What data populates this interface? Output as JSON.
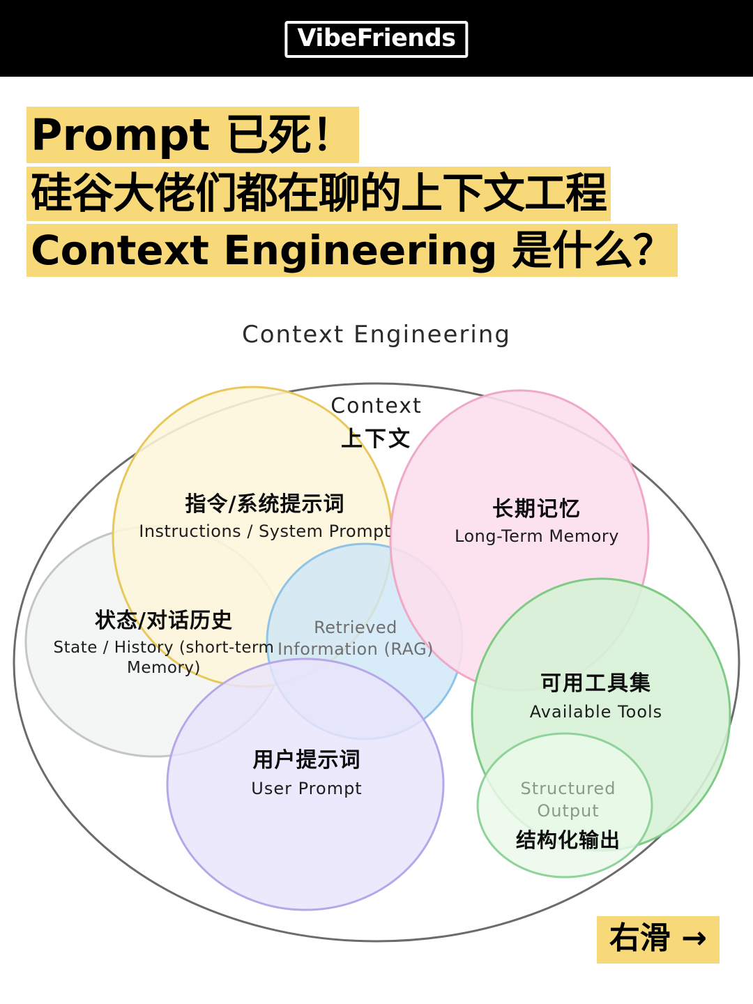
{
  "header": {
    "brand": "VibeFriends"
  },
  "title": {
    "line1": "Prompt 已死！",
    "line2": "硅谷大佬们都在聊的上下文工程",
    "line3": "Context Engineering 是什么？",
    "highlight_color": "#F8D97A"
  },
  "diagram": {
    "title": "Context Engineering",
    "outer": {
      "en": "Context",
      "cn": "上下文",
      "stroke": "#6b6b6b"
    },
    "circles": [
      {
        "name": "instructions",
        "cn": "指令/系统提示词",
        "en": "Instructions / System Prompt",
        "fill": "#FDF6DC",
        "stroke": "#E8C85A"
      },
      {
        "name": "long-term-memory",
        "cn": "长期记忆",
        "en": "Long-Term Memory",
        "fill": "#FCDFEC",
        "stroke": "#F0A8C8"
      },
      {
        "name": "state-history",
        "cn": "状态/对话历史",
        "en": "State / History (short-term Memory)",
        "fill": "#F2F3F3",
        "stroke": "#C3C6C8"
      },
      {
        "name": "retrieved-information",
        "cn": "",
        "en": "Retrieved Information (RAG)",
        "fill": "#CEE7F7",
        "stroke": "#8FC4E8"
      },
      {
        "name": "available-tools",
        "cn": "可用工具集",
        "en": "Available Tools",
        "fill": "#D6F2D6",
        "stroke": "#7FCB86"
      },
      {
        "name": "user-prompt",
        "cn": "用户提示词",
        "en": "User Prompt",
        "fill": "#E9E4FB",
        "stroke": "#B6A8E8"
      },
      {
        "name": "structured-output",
        "cn": "结构化输出",
        "en_line1": "Structured",
        "en_line2": "Output",
        "fill": "#EAF9EA",
        "stroke": "#8FD39A"
      }
    ]
  },
  "swipe": {
    "label": "右滑 →",
    "background": "#F8D97A"
  }
}
